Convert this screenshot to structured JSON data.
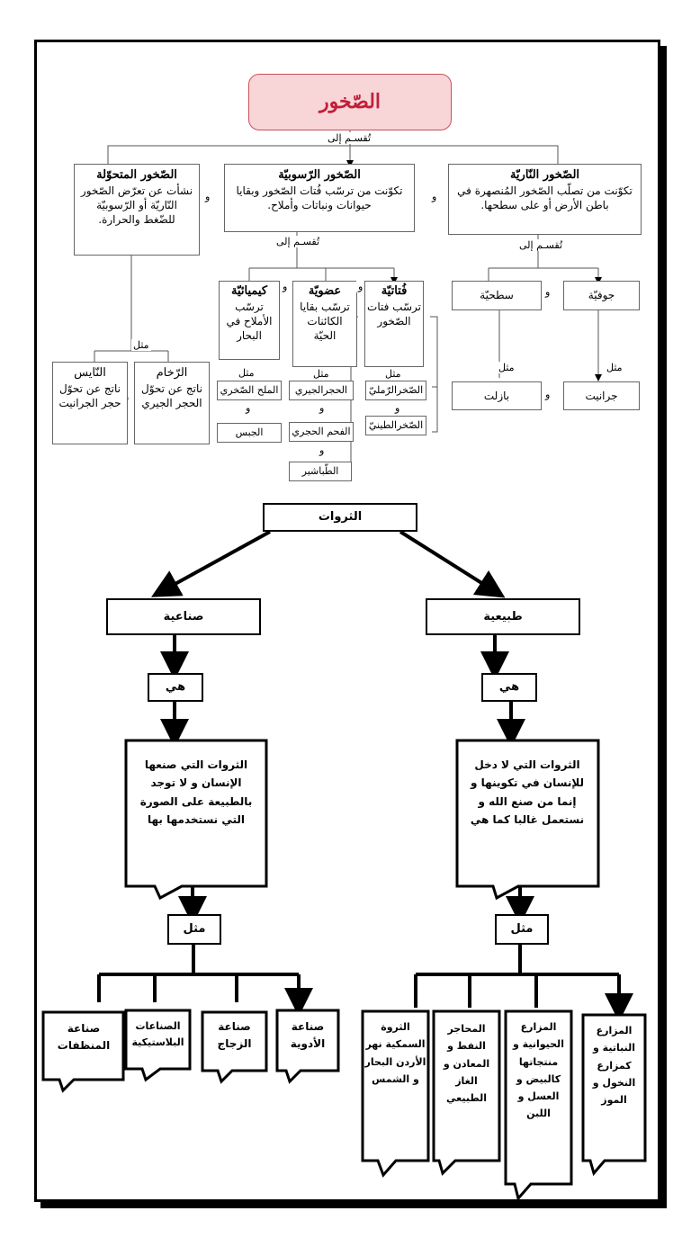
{
  "rocks": {
    "root": "الصّخور",
    "divide": "تُقسـم إلى",
    "and": "و",
    "example": "مثل",
    "igneous": {
      "title": "الصّخور النّاريّة",
      "desc": "تكوّنت من تصلّب الصّخور المُنصهرة في باطن الأرض أو على سطحها.",
      "types": [
        "جوفيّة",
        "سطحيّة"
      ],
      "examples": [
        "جرانيت",
        "بازلت"
      ]
    },
    "sedimentary": {
      "title": "الصّخور الرّسوبيّة",
      "desc": "تكوّنت من ترسّب فُتات الصّخور وبقايا حيوانات ونباتات وأملاح.",
      "clastic": {
        "title": "فُتاتيّة",
        "desc": "ترسّب فتات الصّخور",
        "examples": [
          "الصّخرالرّمليّ",
          "الصّخرالطينيّ"
        ]
      },
      "organic": {
        "title": "عضويّة",
        "desc": "ترسّب بقايا الكائنات الحيّة",
        "examples": [
          "الحجرالجيري",
          "الفحم الحجري",
          "الطّباشير"
        ]
      },
      "chemical": {
        "title": "كيميائيّة",
        "desc": "ترسّب الأملاح في البحار",
        "examples": [
          "الملح الصّخري",
          "الجبس"
        ]
      }
    },
    "metamorphic": {
      "title": "الصّخور المتحوّلة",
      "desc": "نشأت عن تعرّض الصّخور النّاريّة أو الرّسوبيّة للضّغط والحرارة.",
      "examples": [
        {
          "title": "الرّخام",
          "desc": "ناتج عن تحوّل الحجر الجيري"
        },
        {
          "title": "النّايس",
          "desc": "ناتج عن تحوّل حجر الجرانيت"
        }
      ]
    }
  },
  "wealth": {
    "root": "الثروات",
    "is": "هي",
    "example": "مثل",
    "natural": {
      "title": "طبيعية",
      "desc": "الثروات التي لا دخل للإنسان في تكوينها و إنما من صنع الله و نستعمل غالبا كما هي",
      "examples": [
        "المزارع النباتية و كمزارع النخول و الموز",
        "المزارع الحيوانية و منتجاتها كالبيض و العسل و اللبن",
        "المحاجر النفط و المعادن و الغاز الطبيعي",
        "الثروة السمكية نهر الأردن البحار و الشمس"
      ]
    },
    "industrial": {
      "title": "صناعية",
      "desc": "الثروات التي صنعها الإنسان و لا توجد بالطبيعة على الصورة التي نستخدمها بها",
      "examples": [
        "صناعة الأدوية",
        "صناعة الزجاج",
        "الصناعات البلاستيكية",
        "صناعة المنظفات"
      ]
    }
  }
}
